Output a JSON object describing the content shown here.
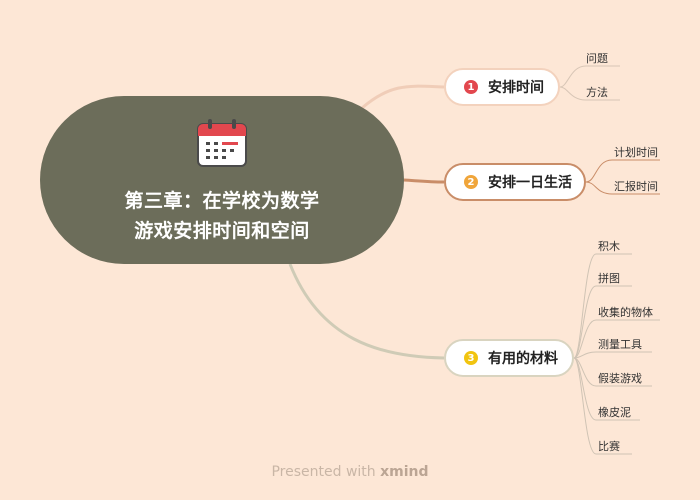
{
  "central": {
    "title_line1": "第三章：在学校为数学",
    "title_line2": "游戏安排时间和空间",
    "icon": "calendar-icon"
  },
  "topics": [
    {
      "number": "1",
      "label": "安排时间",
      "badge_color": "#e2474e",
      "children": [
        "问题",
        "方法"
      ]
    },
    {
      "number": "2",
      "label": "安排一日生活",
      "badge_color": "#f0a53a",
      "children": [
        "计划时间",
        "汇报时间"
      ]
    },
    {
      "number": "3",
      "label": "有用的材料",
      "badge_color": "#f1c40f",
      "children": [
        "积木",
        "拼图",
        "收集的物体",
        "测量工具",
        "假装游戏",
        "橡皮泥",
        "比赛"
      ]
    }
  ],
  "colors": {
    "background": "#fde7d6",
    "central_fill": "#6c6d5a",
    "branch_1": "#f0cdb8",
    "branch_2": "#c98d68",
    "branch_3": "#cfcbb6",
    "leaf_line": "#cfc3b4"
  },
  "footer": {
    "prefix": "Presented with ",
    "brand": "xmind"
  }
}
